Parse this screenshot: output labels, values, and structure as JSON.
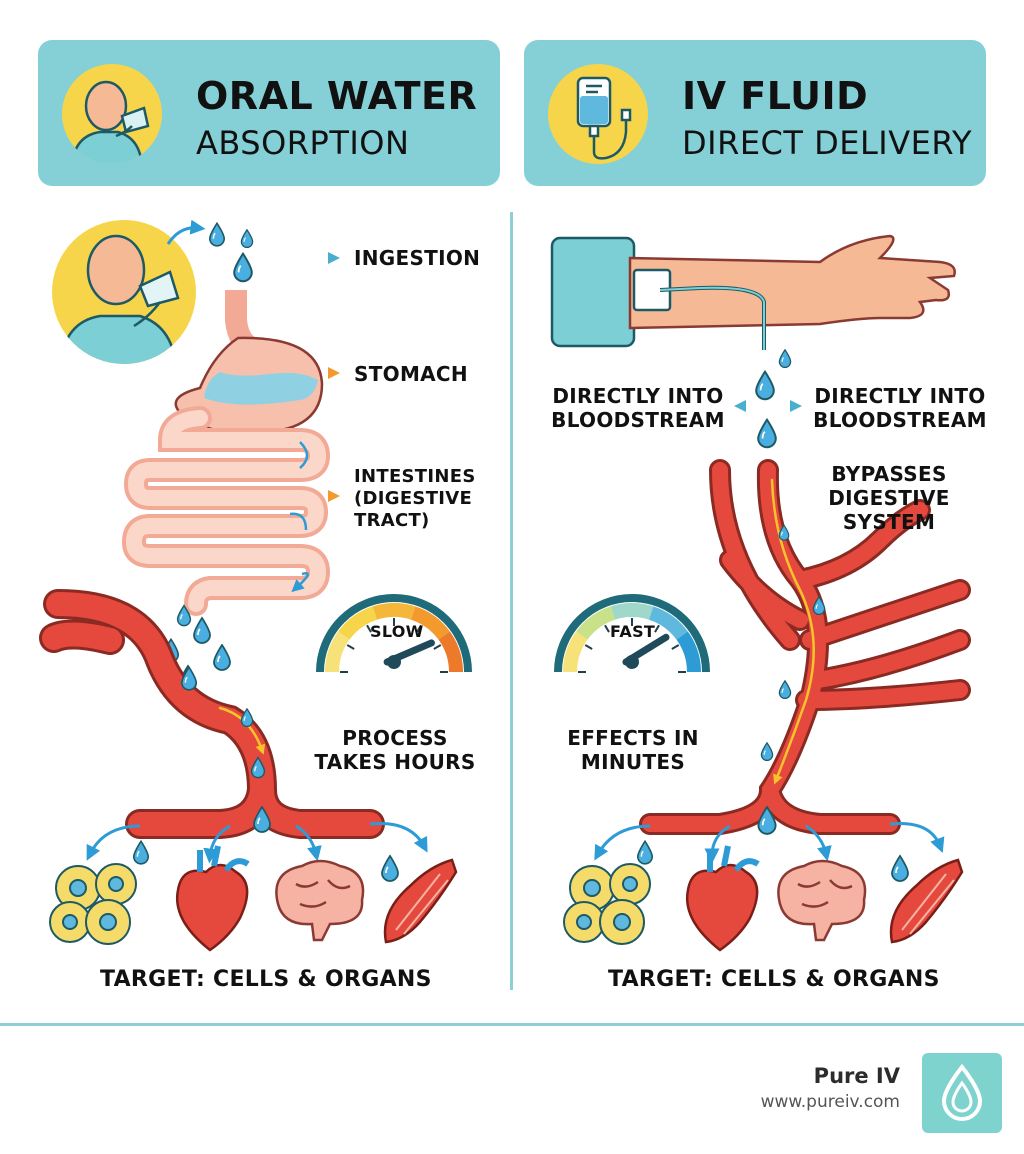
{
  "left": {
    "header": {
      "title": "ORAL WATER",
      "subtitle": "ABSORPTION"
    },
    "steps": {
      "ingestion": "INGESTION",
      "stomach": "STOMACH",
      "intestines_line1": "INTESTINES",
      "intestines_line2": "(DIGESTIVE",
      "intestines_line3": "TRACT)"
    },
    "gauge": {
      "label": "SLOW",
      "level": 0.85
    },
    "caption_line1": "PROCESS",
    "caption_line2": "TAKES HOURS",
    "target": "TARGET: CELLS & ORGANS"
  },
  "right": {
    "header": {
      "title": "IV FLUID",
      "subtitle": "DIRECT DELIVERY"
    },
    "into_left_line1": "DIRECTLY INTO",
    "into_left_line2": "BLOODSTREAM",
    "into_right_line1": "DIRECTLY INTO",
    "into_right_line2": "BLOODSTREAM",
    "bypass_line1": "BYPASSES",
    "bypass_line2": "DIGESTIVE",
    "bypass_line3": "SYSTEM",
    "gauge": {
      "label": "FAST",
      "level": 0.8
    },
    "caption_line1": "EFFECTS IN",
    "caption_line2": "MINUTES",
    "target": "TARGET: CELLS & ORGANS"
  },
  "footer": {
    "brand": "Pure IV",
    "url": "www.pureiv.com"
  },
  "colors": {
    "header_bg": "#84d0d6",
    "accent_yellow": "#f7d54a",
    "vessel_red": "#e5493d",
    "water_blue": "#3aa3d8",
    "skin": "#f6b995",
    "shirt": "#7ccfd4"
  }
}
